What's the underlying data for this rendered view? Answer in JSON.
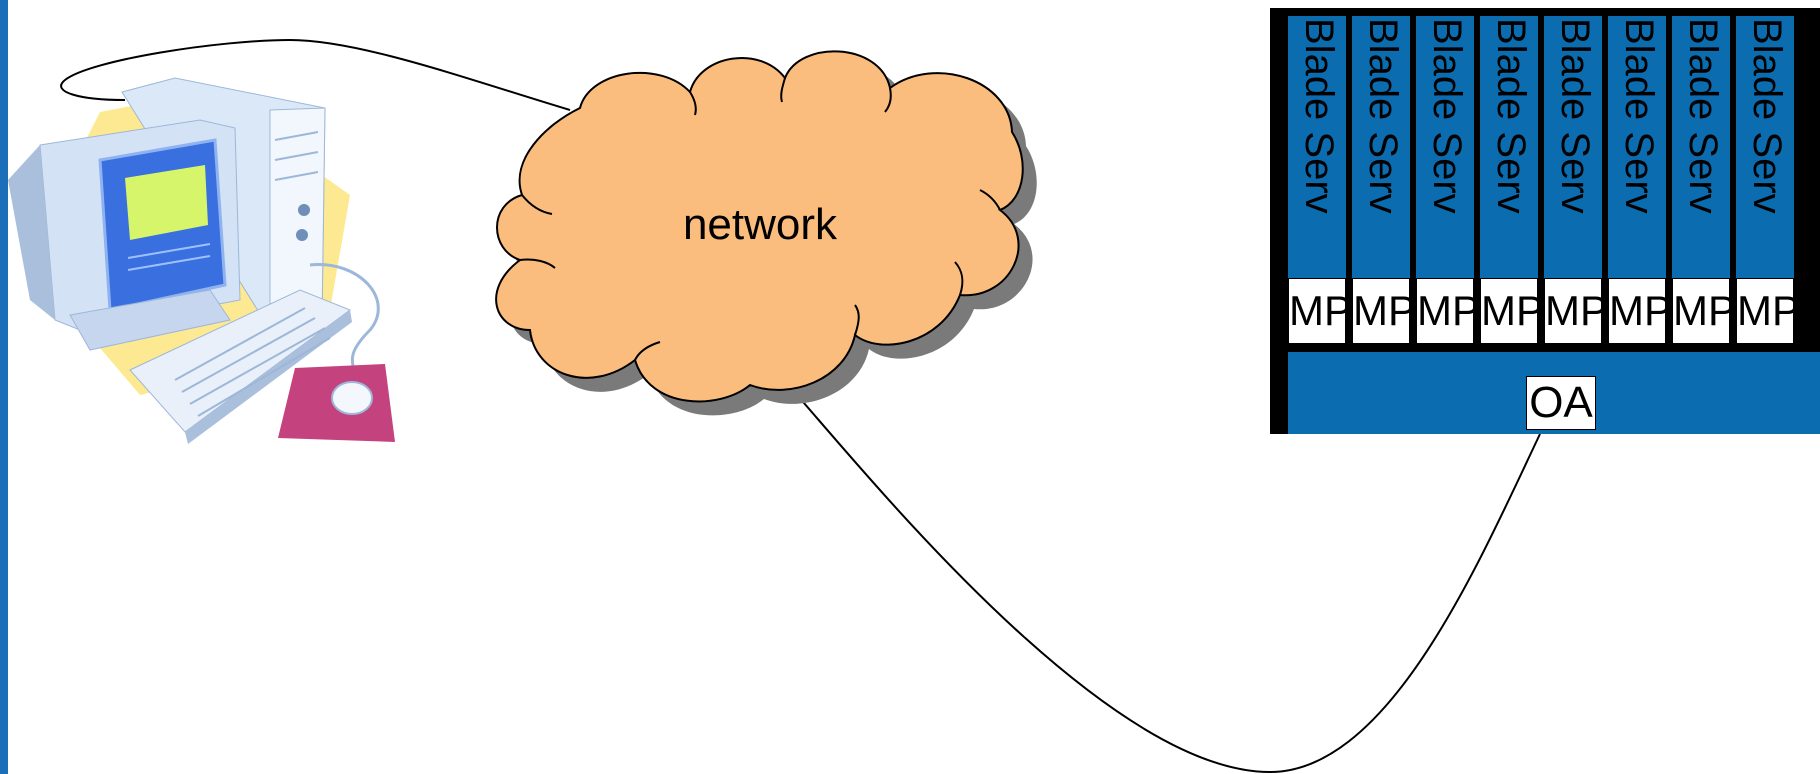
{
  "network": {
    "label": "network"
  },
  "blades": [
    {
      "label": "Blade Serv",
      "mp": "MP"
    },
    {
      "label": "Blade Serv",
      "mp": "MP"
    },
    {
      "label": "Blade Serv",
      "mp": "MP"
    },
    {
      "label": "Blade Serv",
      "mp": "MP"
    },
    {
      "label": "Blade Serv",
      "mp": "MP"
    },
    {
      "label": "Blade Serv",
      "mp": "MP"
    },
    {
      "label": "Blade Serv",
      "mp": "MP"
    },
    {
      "label": "Blade Serv",
      "mp": "MP"
    }
  ],
  "onboard_administrator": {
    "label": "OA"
  },
  "colors": {
    "blade_blue": "#0b6cb0",
    "cloud_fill": "#fbbd7e",
    "mousepad": "#c4437f"
  },
  "icons": [
    "desktop-computer-icon",
    "network-cloud-icon"
  ]
}
